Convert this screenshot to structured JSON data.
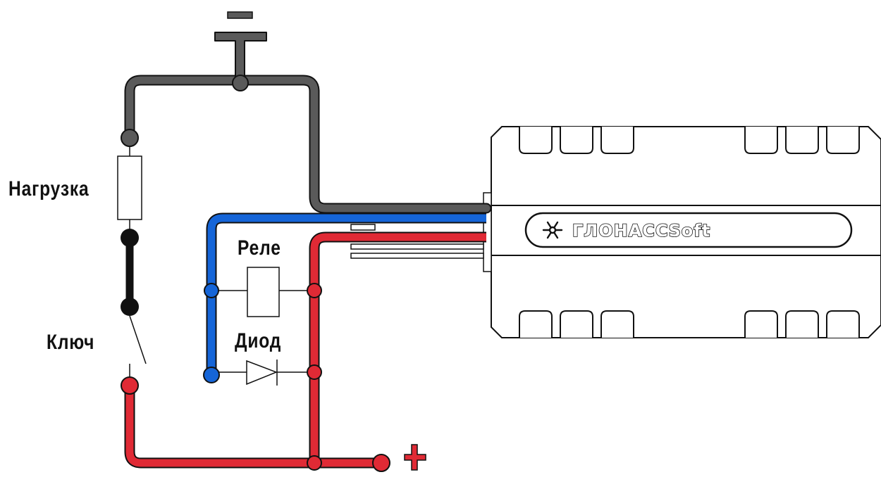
{
  "labels": {
    "load": "Нагрузка",
    "key": "Ключ",
    "relay": "Реле",
    "diode": "Диод",
    "plus": "+",
    "minus": "−"
  },
  "device": {
    "brand": "ГЛОНАССSoft",
    "logo_icon": "snowflake-logo-icon"
  },
  "colors": {
    "ground_wire": "#5a5a5a",
    "blue_wire": "#1565d8",
    "red_wire": "#e02a35",
    "key_bar": "#111111",
    "outline": "#111111"
  }
}
